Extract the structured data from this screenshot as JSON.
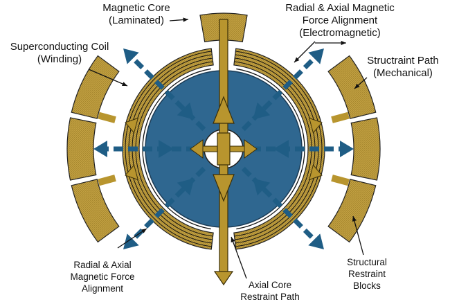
{
  "labels": {
    "magnetic_core": [
      "Magnetic Core",
      "(Laminated)"
    ],
    "superconducting_coil": [
      "Superconducting Coil",
      "(Winding)"
    ],
    "radial_axial_em": [
      "Radial & Axial Magnetic",
      "Force Alignment",
      "(Electromagnetic)"
    ],
    "structraint_path": [
      "Structraint Path",
      "(Mechanical)"
    ],
    "radial_axial_bottom": [
      "Radial & Axial",
      "Magnetic Force",
      "Alignment"
    ],
    "axial_core": [
      "Axial Core",
      "Restraint Path"
    ],
    "structural_blocks": [
      "Structural",
      "Restraint",
      "Blocks"
    ]
  },
  "colors": {
    "core_blue": "#2f6790",
    "arrow_blue": "#1f5d85",
    "gold": "#b8952e",
    "gold_dark": "#8f7020"
  }
}
